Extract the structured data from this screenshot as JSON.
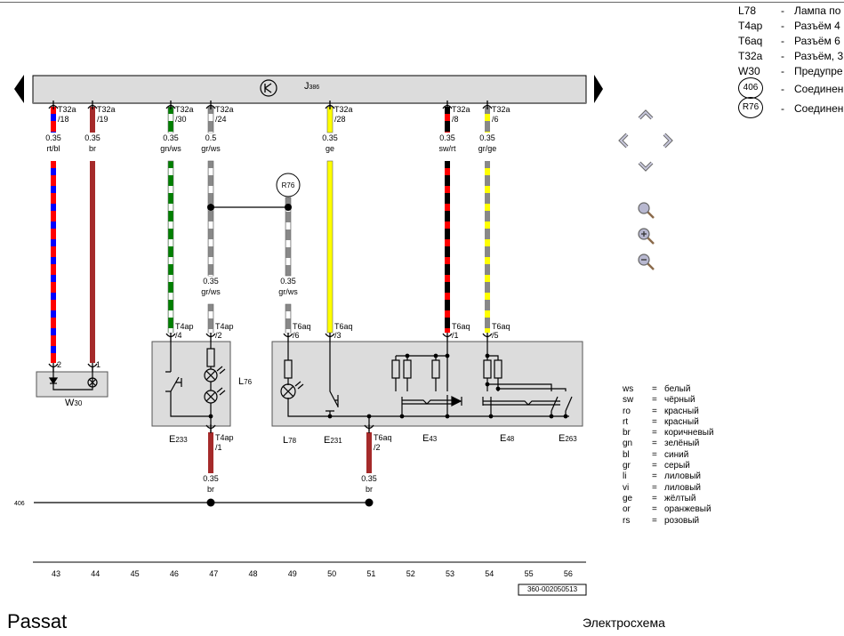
{
  "diagram": {
    "control_unit": {
      "letter": "J",
      "num": "386"
    },
    "ground_point": "406",
    "splice_point": "R76",
    "wires": [
      {
        "conn": "T32a",
        "pin": "/18",
        "size": "0.35",
        "code": "rt/bl",
        "end_pin": "2"
      },
      {
        "conn": "T32a",
        "pin": "/19",
        "size": "0.35",
        "code": "br",
        "end_pin": "1"
      },
      {
        "conn": "T32a",
        "pin": "/30",
        "size": "0.35",
        "code": "gn/ws",
        "end_conn": "T4ap",
        "end_pin": "/4"
      },
      {
        "conn": "T32a",
        "pin": "/24",
        "size": "0.5",
        "code": "gr/ws",
        "size2": "0.35",
        "code2": "gr/ws",
        "end_conn": "T4ap",
        "end_pin": "/2"
      },
      {
        "conn": "",
        "pin": "",
        "size": "0.35",
        "code": "gr/ws",
        "end_conn": "T6aq",
        "end_pin": "/6"
      },
      {
        "conn": "T32a",
        "pin": "/28",
        "size": "0.35",
        "code": "ge",
        "end_conn": "T6aq",
        "end_pin": "/3"
      },
      {
        "conn": "T32a",
        "pin": "/8",
        "size": "0.35",
        "code": "sw/rt",
        "end_conn": "T6aq",
        "end_pin": "/1"
      },
      {
        "conn": "T32a",
        "pin": "/6",
        "size": "0.35",
        "code": "gr/ge",
        "end_conn": "T6aq",
        "end_pin": "/5"
      },
      {
        "conn": "T4ap",
        "pin": "/1",
        "size": "0.35",
        "code": "br"
      },
      {
        "conn": "T6aq",
        "pin": "/2",
        "size": "0.35",
        "code": "br"
      }
    ],
    "components": [
      {
        "letter": "W",
        "num": "30"
      },
      {
        "letter": "L",
        "num": "76"
      },
      {
        "letter": "E",
        "num": "233"
      },
      {
        "letter": "L",
        "num": "78"
      },
      {
        "letter": "E",
        "num": "231"
      },
      {
        "letter": "E",
        "num": "43"
      },
      {
        "letter": "E",
        "num": "48"
      },
      {
        "letter": "E",
        "num": "263"
      }
    ],
    "scale": [
      "43",
      "44",
      "45",
      "46",
      "47",
      "48",
      "49",
      "50",
      "51",
      "52",
      "53",
      "54",
      "55",
      "56"
    ],
    "ref_number": "360-002050513",
    "wire_colors": {
      "rt": "#ff0000",
      "bl": "#0000ff",
      "br": "#a52a2a",
      "gn": "#008000",
      "ws": "#ffffff",
      "gr": "#888888",
      "ge": "#ffff00",
      "sw": "#000000"
    }
  },
  "legend": [
    {
      "code": "L78",
      "text": "Лампа по"
    },
    {
      "code": "T4ap",
      "text": "Разъём 4"
    },
    {
      "code": "T6aq",
      "text": "Разъём 6"
    },
    {
      "code": "T32a",
      "text": "Разъём, 3"
    },
    {
      "code": "W30",
      "text": "Предупре"
    },
    {
      "code": "406",
      "text": "Соединен",
      "circle": true
    },
    {
      "code": "R76",
      "text": "Соединен",
      "circle": true
    }
  ],
  "color_legend": [
    {
      "abbr": "ws",
      "name": "белый"
    },
    {
      "abbr": "sw",
      "name": "чёрный"
    },
    {
      "abbr": "ro",
      "name": "красный"
    },
    {
      "abbr": "rt",
      "name": "красный"
    },
    {
      "abbr": "br",
      "name": "коричневый"
    },
    {
      "abbr": "gn",
      "name": "зелёный"
    },
    {
      "abbr": "bl",
      "name": "синий"
    },
    {
      "abbr": "gr",
      "name": "серый"
    },
    {
      "abbr": "li",
      "name": "лиловый"
    },
    {
      "abbr": "vi",
      "name": "лиловый"
    },
    {
      "abbr": "ge",
      "name": "жёлтый"
    },
    {
      "abbr": "or",
      "name": "оранжевый"
    },
    {
      "abbr": "rs",
      "name": "розовый"
    }
  ],
  "nav": [
    "pan-up",
    "pan-left",
    "pan-right",
    "pan-down",
    "zoom",
    "zoom-in",
    "zoom-out"
  ],
  "footer": {
    "model": "Passat",
    "doc_type": "Электросхема"
  }
}
